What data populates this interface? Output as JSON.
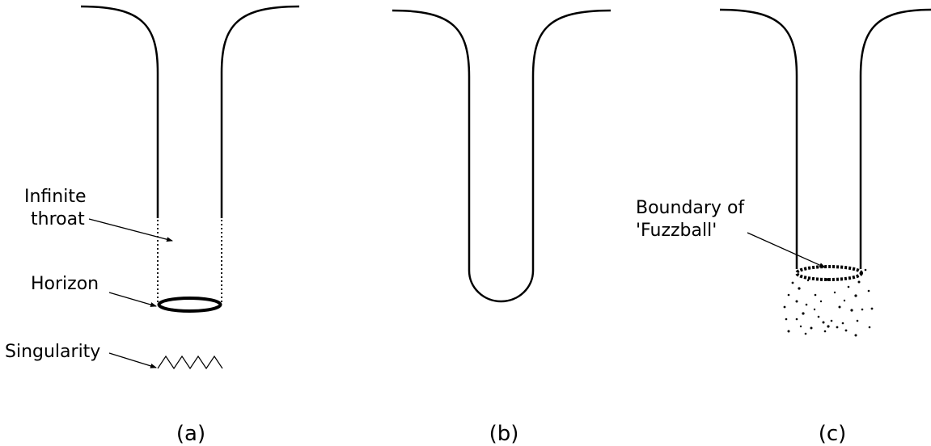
{
  "panels": [
    {
      "caption": "(a)",
      "labels": {
        "infinite_throat_line1": "Infinite",
        "infinite_throat_line2": "throat",
        "horizon": "Horizon",
        "singularity": "Singularity"
      }
    },
    {
      "caption": "(b)"
    },
    {
      "caption": "(c)",
      "labels": {
        "fuzzball_line1": "Boundary of",
        "fuzzball_line2": "'Fuzzball'"
      }
    }
  ],
  "colors": {
    "stroke": "#000000",
    "background": "#ffffff"
  }
}
